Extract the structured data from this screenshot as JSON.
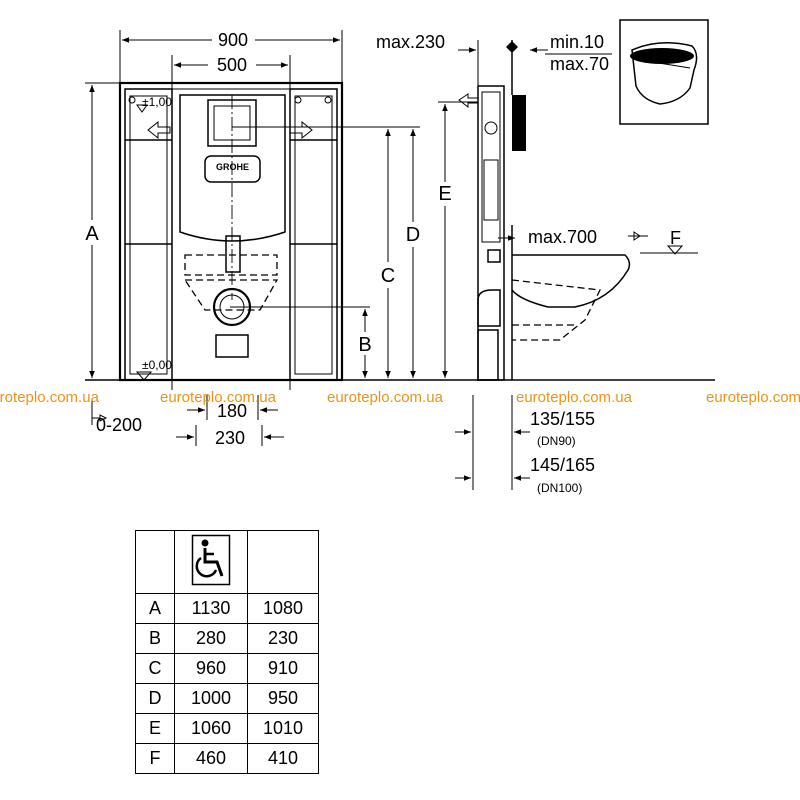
{
  "drawing": {
    "brand": "GROHE",
    "front": {
      "width_total": "900",
      "width_inner": "500",
      "level_top": "±1,00",
      "level_bottom": "±0,00",
      "depth_range": "0-200",
      "spacing_pipe": "180",
      "spacing_base": "230",
      "labels": {
        "A": "A",
        "B": "B",
        "C": "C",
        "D": "D",
        "E": "E"
      }
    },
    "side": {
      "max_depth": "max.230",
      "min_wall": "min.10",
      "max_wall": "max.70",
      "max_projection": "max.700",
      "label_F": "F",
      "dn90_dims": "135/155",
      "dn90_label": "(DN90)",
      "dn100_dims": "145/165",
      "dn100_label": "(DN100)"
    },
    "watermark": "euroteplo.com.ua"
  },
  "table": {
    "header_icon": "wheelchair-accessible-icon",
    "rows": [
      {
        "key": "A",
        "accessible": "1130",
        "standard": "1080"
      },
      {
        "key": "B",
        "accessible": "280",
        "standard": "230"
      },
      {
        "key": "C",
        "accessible": "960",
        "standard": "910"
      },
      {
        "key": "D",
        "accessible": "1000",
        "standard": "950"
      },
      {
        "key": "E",
        "accessible": "1060",
        "standard": "1010"
      },
      {
        "key": "F",
        "accessible": "460",
        "standard": "410"
      }
    ]
  }
}
